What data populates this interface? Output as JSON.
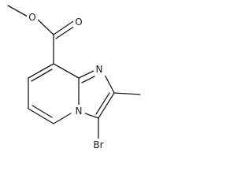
{
  "molecule": {
    "atoms": {
      "ester_oxygen": "O",
      "carbonyl_oxygen": "O",
      "imidazole_nitrogen": "N",
      "bridgehead_nitrogen": "N",
      "bromine": "Br"
    }
  }
}
